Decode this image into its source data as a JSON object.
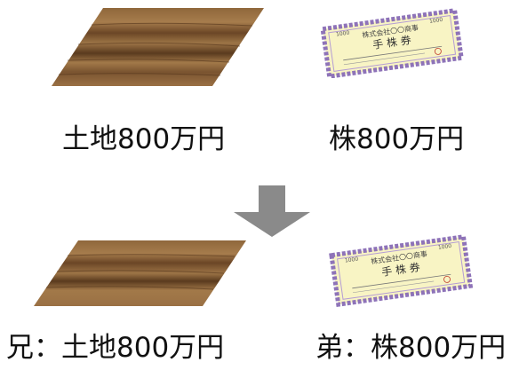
{
  "top_row": {
    "land_label": "土地800万円",
    "stock_label": "株800万円"
  },
  "bottom_row": {
    "land_label": "兄：土地800万円",
    "stock_label": "弟：株800万円"
  },
  "certificate": {
    "title": "手 株 券",
    "header": "株式会社〇〇商事",
    "denomination": "1000"
  },
  "colors": {
    "wood_dark": "#5a3a1e",
    "wood_mid": "#8a6338",
    "wood_light": "#a47a4a",
    "certificate_paper": "#f8f4c4",
    "certificate_border": "#8e73b8",
    "arrow": "#8a8a8a"
  }
}
